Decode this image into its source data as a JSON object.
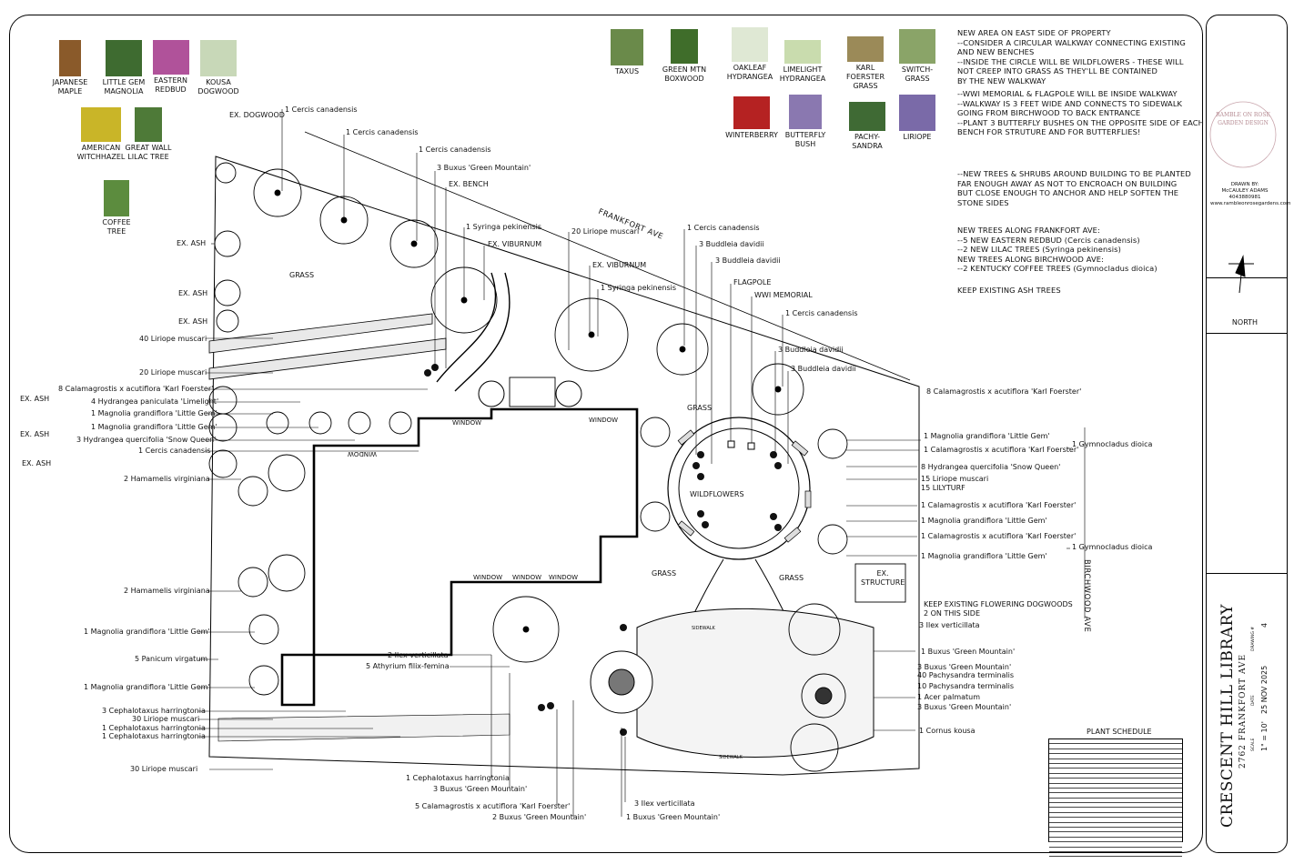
{
  "plant_photos": {
    "row1": [
      {
        "label": "JAPANESE MAPLE",
        "color": "#8a5a2a"
      },
      {
        "label": "LITTLE GEM MAGNOLIA",
        "color": "#3e6b30"
      },
      {
        "label": "EASTERN REDBUD",
        "color": "#b0529a"
      },
      {
        "label": "KOUSA DOGWOOD",
        "color": "#c8d8b8"
      }
    ],
    "row2": [
      {
        "label": "AMERICAN WITCHHAZEL",
        "color": "#c9b528"
      },
      {
        "label": "GREAT WALL LILAC TREE",
        "color": "#4e7a38"
      }
    ],
    "row3": [
      {
        "label": "COFFEE TREE",
        "color": "#5c8c3e"
      }
    ],
    "shrubs_top": [
      {
        "label": "TAXUS",
        "color": "#6a8a4a"
      },
      {
        "label": "GREEN MTN BOXWOOD",
        "color": "#3f6d2a"
      },
      {
        "label": "OAKLEAF HYDRANGEA",
        "color": "#dfe8d4"
      },
      {
        "label": "LIMELIGHT HYDRANGEA",
        "color": "#c9dcae"
      },
      {
        "label": "KARL FOERSTER GRASS",
        "color": "#9b8a58"
      },
      {
        "label": "SWITCH-GRASS",
        "color": "#8aa468"
      }
    ],
    "shrubs_bottom": [
      {
        "label": "WINTERBERRY",
        "color": "#b52222"
      },
      {
        "label": "BUTTERFLY BUSH",
        "color": "#8a78b0"
      },
      {
        "label": "PACHY-SANDRA",
        "color": "#3f6a34"
      },
      {
        "label": "LIRIOPE",
        "color": "#7a6aa8"
      }
    ]
  },
  "notes": {
    "east_area": [
      "NEW AREA ON EAST SIDE OF PROPERTY",
      "--CONSIDER A CIRCULAR WALKWAY CONNECTING EXISTING",
      "AND NEW BENCHES",
      "--INSIDE THE CIRCLE WILL BE WILDFLOWERS - THESE WILL",
      "NOT CREEP INTO GRASS AS THEY'LL BE CONTAINED",
      "BY THE NEW WALKWAY"
    ],
    "walkway": [
      "--WWI MEMORIAL & FLAGPOLE WILL BE INSIDE WALKWAY",
      "--WALKWAY IS 3 FEET WIDE AND CONNECTS TO SIDEWALK",
      "GOING FROM BIRCHWOOD TO BACK ENTRANCE",
      "--PLANT 3 BUTTERFLY BUSHES ON THE OPPOSITE SIDE OF EACH",
      "BENCH FOR STRUTURE AND FOR BUTTERFLIES!"
    ],
    "building": [
      "--NEW TREES & SHRUBS AROUND BUILDING TO BE PLANTED",
      "FAR ENOUGH AWAY AS NOT TO ENCROACH ON BUILDING",
      "BUT CLOSE ENOUGH TO ANCHOR AND HELP SOFTEN THE",
      "STONE SIDES"
    ],
    "frankfort": [
      "NEW TREES ALONG FRANKFORT AVE:",
      "--5 NEW EASTERN REDBUD (Cercis canadensis)",
      "--2 NEW LILAC TREES (Syringa pekinensis)",
      "NEW TREES ALONG BIRCHWOOD AVE:",
      "--2 KENTUCKY COFFEE TREES (Gymnocladus dioica)"
    ],
    "ash": "KEEP EXISTING ASH TREES"
  },
  "title_block": {
    "logo_text": "RAMBLE ON ROSE GARDEN DESIGN",
    "drawn_by_label": "DRAWN BY:",
    "drawn_by": "McCAULEY ADAMS",
    "phone": "4043880981",
    "website": "www.rambleonrosegardens.com",
    "north": "NORTH",
    "project": "CRESCENT HILL LIBRARY",
    "address": "2762 FRANKFORT AVE",
    "scale_label": "SCALE",
    "scale": "1\" = 10'",
    "date_label": "DATE",
    "date": "25 NOV 2025",
    "drawing_label": "DRAWING #",
    "drawing": "4"
  },
  "plan_labels": {
    "grass_1": "GRASS",
    "grass_2": "GRASS",
    "grass_3": "GRASS",
    "grass_4": "GRASS",
    "wildflowers": "WILDFLOWERS",
    "ex_structure": "EX. STRUCTURE",
    "frankfort_ave": "FRANKFORT AVE",
    "birchwood_ave": "BIRCHWOOD AVE",
    "window": "WINDOW",
    "sidewalk": "SIDEWALK",
    "plant_schedule": "PLANT SCHEDULE"
  },
  "callouts_left": [
    "EX. DOGWOOD",
    "EX. ASH",
    "EX. ASH",
    "EX. ASH",
    "40 Liriope muscari",
    "20 Liriope muscari",
    "8 Calamagrostis x acutiflora 'Karl Foerster'",
    "EX. ASH",
    "4 Hydrangea paniculata 'Limelight'",
    "1 Magnolia grandiflora 'Little Gem'",
    "1 Magnolia grandiflora 'Little Gem'",
    "EX. ASH",
    "3 Hydrangea quercifolia 'Snow Queen'",
    "1 Cercis canadensis",
    "EX. ASH",
    "2 Hamamelis virginiana",
    "2 Hamamelis virginiana",
    "1 Magnolia grandiflora 'Little Gem'",
    "5 Panicum virgatum",
    "1 Magnolia grandiflora 'Little Gem'",
    "3 Cephalotaxus harringtonia",
    "30 Liriope muscari",
    "1 Cephalotaxus harringtonia",
    "1 Cephalotaxus harringtonia",
    "30 Liriope muscari"
  ],
  "callouts_top": [
    "1 Cercis canadensis",
    "1 Cercis canadensis",
    "1 Cercis canadensis",
    "3 Buxus 'Green Mountain'",
    "EX. BENCH",
    "1 Syringa pekinensis",
    "EX. VIBURNUM",
    "20 Liriope muscari",
    "EX. VIBURNUM",
    "1 Syringa pekinensis",
    "1 Cercis canadensis",
    "3 Buddleia davidii",
    "3 Buddleia davidii",
    "FLAGPOLE",
    "WWI MEMORIAL",
    "1 Cercis canadensis",
    "3 Buddleia davidii",
    "3 Buddleia davidii"
  ],
  "callouts_right": [
    "8 Calamagrostis x acutiflora 'Karl Foerster'",
    "1 Magnolia grandiflora 'Little Gem'",
    "1 Calamagrostis x acutiflora 'Karl Foerster'",
    "1 Gymnocladus dioica",
    "8 Hydrangea quercifolia 'Snow Queen'",
    "15 Liriope muscari",
    "15 LILYTURF",
    "1 Calamagrostis x acutiflora 'Karl Foerster'",
    "1 Magnolia grandiflora 'Little Gem'",
    "1 Calamagrostis x acutiflora 'Karl Foerster'",
    "1 Gymnocladus dioica",
    "1 Magnolia grandiflora 'Little Gem'",
    "KEEP EXISTING FLOWERING DOGWOODS",
    "2 ON THIS SIDE",
    "3 Ilex verticillata",
    "1 Buxus 'Green Mountain'",
    "3 Buxus 'Green Mountain'",
    "40 Pachysandra terminalis",
    "10 Pachysandra terminalis",
    "1 Acer palmatum",
    "3 Buxus 'Green Mountain'",
    "1 Cornus kousa"
  ],
  "callouts_bottom": [
    "2 Ilex verticillata",
    "5 Athyrium filix-femina",
    "1 Cephalotaxus harringtonia",
    "3 Buxus 'Green Mountain'",
    "5 Calamagrostis x acutiflora 'Karl Foerster'",
    "2 Buxus 'Green Mountain'",
    "3 Ilex verticillata",
    "1 Buxus 'Green Mountain'"
  ]
}
